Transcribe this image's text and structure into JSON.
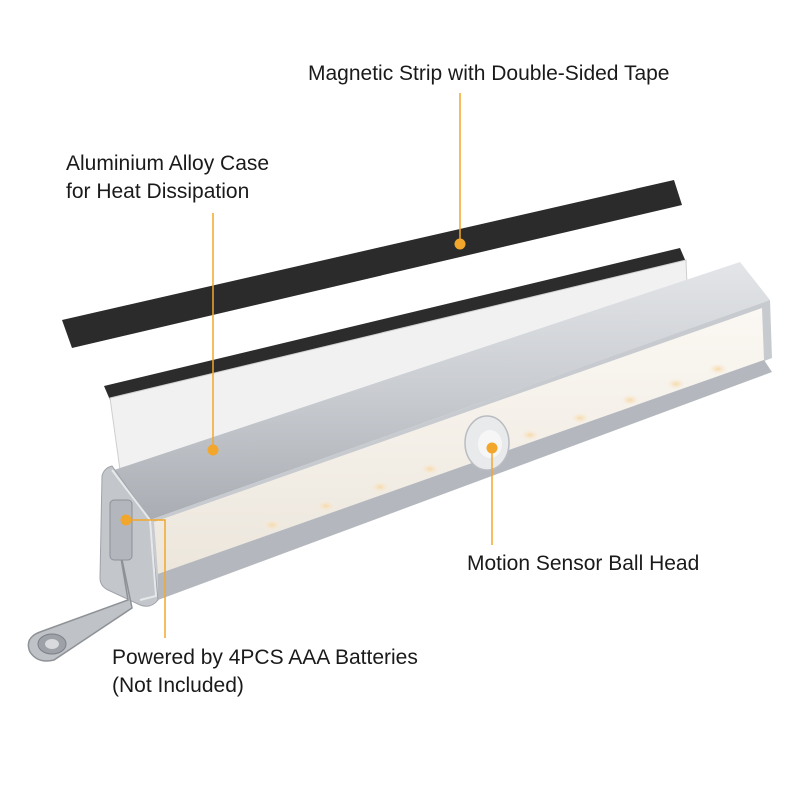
{
  "annotations": {
    "magnetic_strip": {
      "lines": [
        "Magnetic Strip with Double-Sided Tape"
      ]
    },
    "alloy_case": {
      "lines": [
        "Aluminium Alloy Case",
        "for Heat Dissipation"
      ]
    },
    "motion_sensor": {
      "lines": [
        "Motion Sensor Ball Head"
      ]
    },
    "batteries": {
      "lines": [
        "Powered by 4PCS AAA Batteries",
        "(Not Included)"
      ]
    }
  },
  "colors": {
    "leader": "#f2a72c",
    "strip_black": "#2b2b2b",
    "tape_white": "#f1f1f1",
    "case_silver": "#cfd2d6",
    "diffuser": "#f6f1ea",
    "led": "#f3dcb8"
  }
}
